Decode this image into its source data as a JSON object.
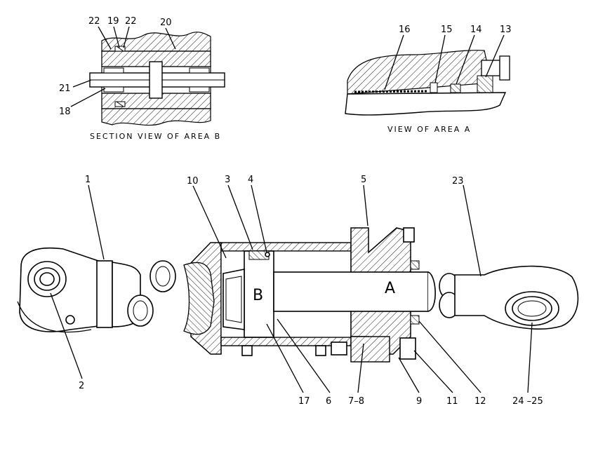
{
  "captions": {
    "area_b": "SECTION VIEW OF AREA B",
    "area_a": "VIEW OF AREA A"
  },
  "area_letters": {
    "a": "A",
    "b": "B"
  },
  "labels": {
    "l1": "1",
    "l2": "2",
    "l3": "3",
    "l4": "4",
    "l5": "5",
    "l6": "6",
    "l7_8": "7–8",
    "l9": "9",
    "l10": "10",
    "l11": "11",
    "l12": "12",
    "l13": "13",
    "l14": "14",
    "l15": "15",
    "l16": "16",
    "l17": "17",
    "l18": "18",
    "l19": "19",
    "l20": "20",
    "l21": "21",
    "l22a": "22",
    "l22b": "22",
    "l23": "23",
    "l24_25": "24 –25"
  }
}
